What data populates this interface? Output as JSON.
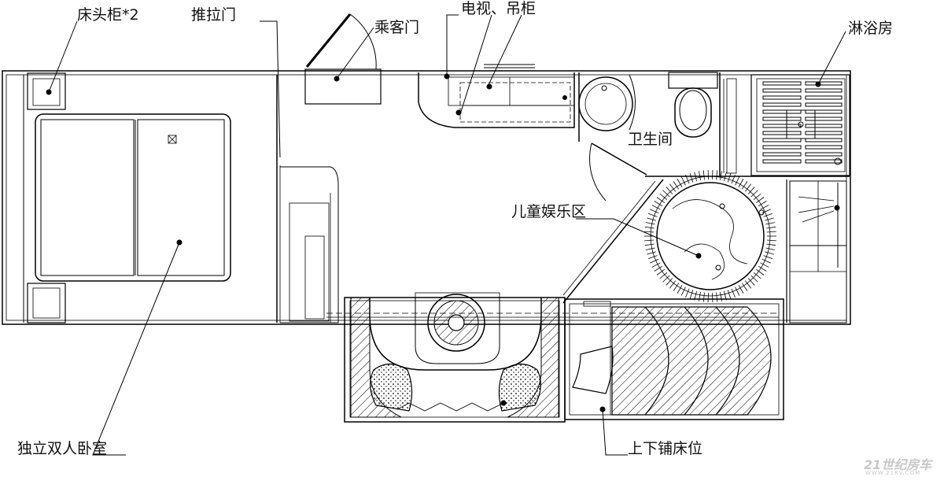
{
  "labels": {
    "bedside_cabinet": "床头柜*2",
    "sliding_door": "推拉门",
    "passenger_door": "乘客门",
    "tv_cabinet": "电视、吊柜",
    "shower_room": "淋浴房",
    "bathroom": "卫生间",
    "kids_play_area": "儿童娱乐区",
    "master_bedroom": "独立双人卧室",
    "bunk_beds": "上下铺床位"
  },
  "watermark": {
    "text": "21世纪房车",
    "url": "WWW.21RV.COM"
  }
}
